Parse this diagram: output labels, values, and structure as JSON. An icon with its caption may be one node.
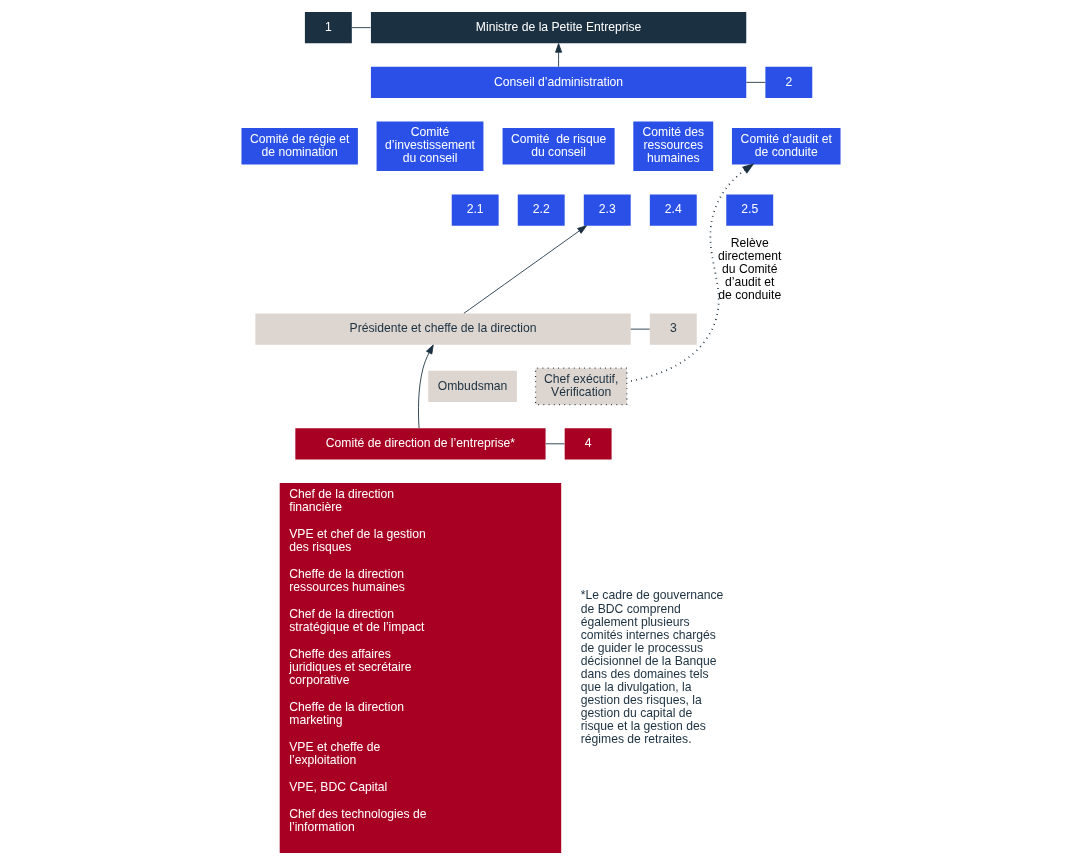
{
  "diagram": {
    "nodes": [
      {
        "text": [
          "1"
        ]
      },
      {
        "text": [
          "Ministre de la Petite Entreprise"
        ]
      },
      {
        "text": [
          "2"
        ]
      },
      {
        "text": [
          "Conseil d’administration"
        ]
      },
      {
        "text": [
          "Comité de régie et de nomination"
        ]
      },
      {
        "text": [
          "Comité d’investissement du conseil"
        ]
      },
      {
        "text": [
          "Comité  de risque du conseil"
        ]
      },
      {
        "text": [
          "Comité des ressources humaines"
        ]
      },
      {
        "text": [
          "Comité d’audit et de conduite"
        ]
      },
      {
        "text": [
          "2.1"
        ]
      },
      {
        "text": [
          "2.2"
        ]
      },
      {
        "text": [
          "2.3"
        ]
      },
      {
        "text": [
          "2.4"
        ]
      },
      {
        "text": [
          "2.5"
        ]
      },
      {
        "text": [
          "3"
        ]
      },
      {
        "text": [
          "Présidente et cheffe de la direction"
        ]
      },
      {
        "text": [
          "Ombudsman"
        ]
      },
      {
        "text": [
          "Chef exécutif, Vérification"
        ]
      },
      {
        "text": [
          "4"
        ]
      },
      {
        "text": [
          "Comité de direction de l’entreprise*"
        ]
      },
      {
        "text": [
          "Chef de la direction financière",
          "VPE et chef de la gestion des risques",
          "Cheffe de la direction ressources humaines",
          "Chef de la direction stratégique et de l’impact",
          "Cheffe des affaires juridiques et secrétaire corporative",
          "Cheffe de la direction marketing",
          "VPE et cheffe de l’exploitation",
          "VPE, BDC Capital",
          "Chef des technologies de l’information"
        ]
      }
    ],
    "edges": [
      {
        "from": 0,
        "to": 1,
        "arrow": "none"
      },
      {
        "from": 3,
        "to": 1,
        "arrow": "to"
      },
      {
        "from": 2,
        "to": 3,
        "arrow": "none"
      },
      {
        "from": 15,
        "to": 11,
        "arrow": "to"
      },
      {
        "from": 14,
        "to": 15,
        "arrow": "none"
      },
      {
        "from": 17,
        "to": 8,
        "arrow": "to",
        "style": "dashed",
        "label": "Relève directement du Comité d’audit et de conduite"
      },
      {
        "from": 18,
        "to": 19,
        "arrow": "none"
      },
      {
        "from": 19,
        "to": 15,
        "arrow": "to"
      }
    ],
    "labels": [
      "*Le cadre de gouvernance de BDC comprend également plusieurs comités internes chargés de guider le processus décisionnel de la Banque dans des domaines tels que la divulgation, la gestion des risques, la gestion du capital de risque et la gestion des régimes de retraites."
    ]
  }
}
